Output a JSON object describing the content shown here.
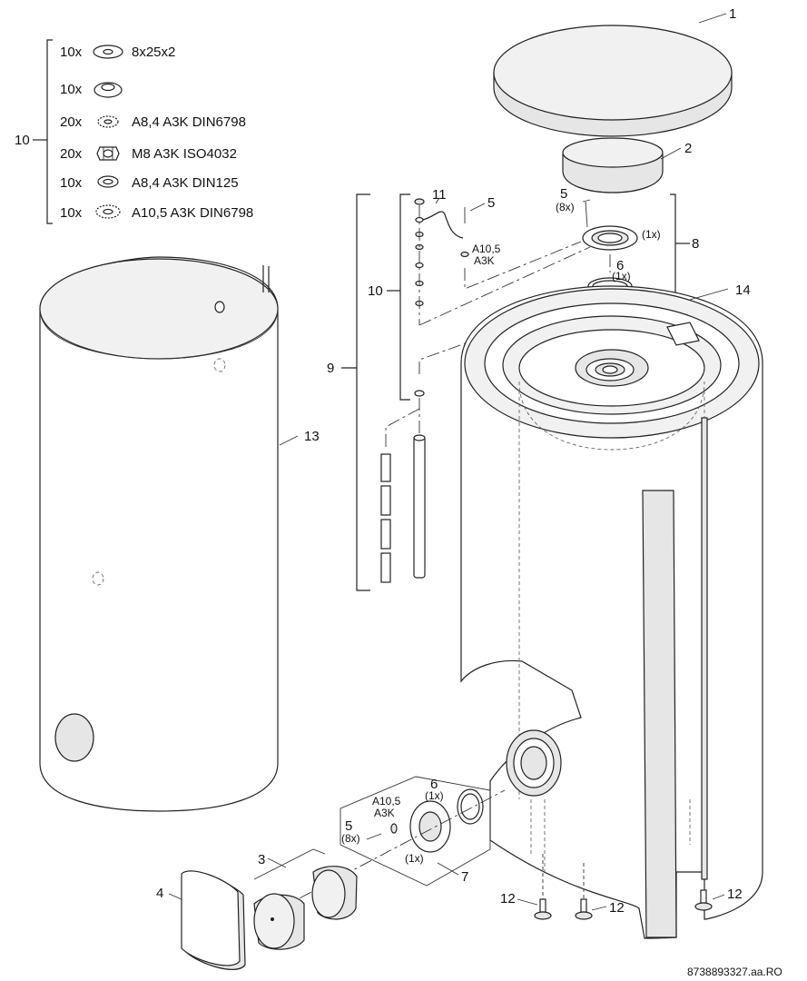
{
  "legend": {
    "group_label": "10",
    "rows": [
      {
        "qty": "10x",
        "icon": "flat-washer-large-icon",
        "spec": "8x25x2"
      },
      {
        "qty": "10x",
        "icon": "flat-washer-icon",
        "spec": ""
      },
      {
        "qty": "20x",
        "icon": "serrated-lock-washer-icon",
        "spec": "A8,4 A3K DIN6798"
      },
      {
        "qty": "20x",
        "icon": "hex-nut-icon",
        "spec": "M8 A3K ISO4032"
      },
      {
        "qty": "10x",
        "icon": "plain-washer-icon",
        "spec": "A8,4 A3K DIN125"
      },
      {
        "qty": "10x",
        "icon": "serrated-lock-washer-large-icon",
        "spec": "A10,5 A3K DIN6798"
      }
    ]
  },
  "callouts": {
    "p1": "1",
    "p2": "2",
    "p3": "3",
    "p4": "4",
    "p5_top": "5",
    "p5_top_qty": "(8x)",
    "p5_anode": "5",
    "p5_bottom": "5",
    "p5_bottom_qty": "(8x)",
    "p6_top": "6",
    "p6_top_qty": "(1x)",
    "p6_bottom": "6",
    "p6_bottom_qty": "(1x)",
    "p7": "7",
    "p8": "8",
    "p8_qty": "(1x)",
    "p9": "9",
    "p10": "10",
    "p11": "11",
    "p12_left": "12",
    "p12_mid": "12",
    "p12_right": "12",
    "p13": "13",
    "p14": "14",
    "washer_top_l1": "A10,5",
    "washer_top_l2": "A3K",
    "washer_bot_l1": "A10,5",
    "washer_bot_l2": "A3K",
    "flange_bottom_qty": "(1x)"
  },
  "footer": {
    "drawing_number": "8738893327.aa.RO"
  }
}
